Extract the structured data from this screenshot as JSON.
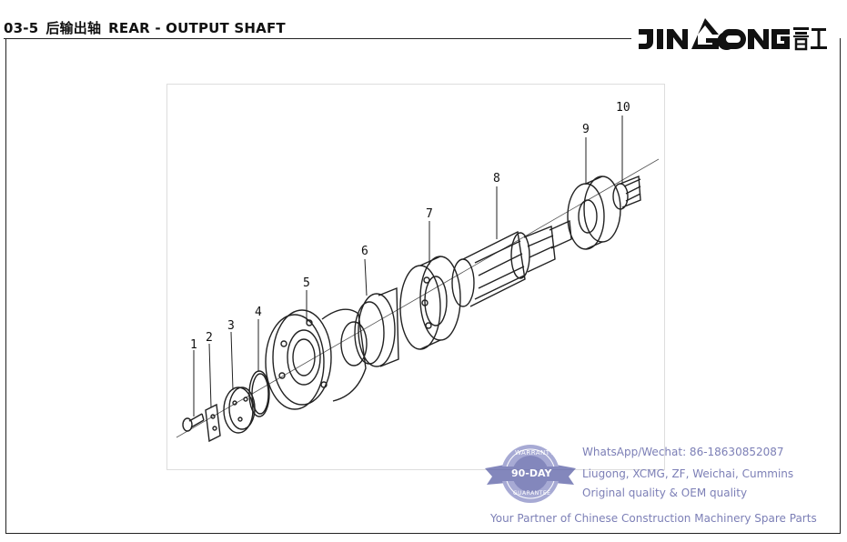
{
  "header": {
    "section_code": "03-5",
    "title_cn": "后输出轴",
    "title_en": "REAR - OUTPUT SHAFT"
  },
  "logo": {
    "text": "JINGONG晋工",
    "color": "#111111"
  },
  "diagram": {
    "part_labels": [
      "1",
      "2",
      "3",
      "4",
      "5",
      "6",
      "7",
      "8",
      "9",
      "10"
    ]
  },
  "watermark": {
    "seal_top": "WARRANTY",
    "seal_center": "90-DAY",
    "seal_bottom": "GUARANTEE",
    "contact_line": "WhatsApp/Wechat: 86-18630852087",
    "brands_line": "Liugong, XCMG, ZF, Weichai, Cummins",
    "quality_line": "Original quality & OEM quality",
    "tagline": "Your Partner of Chinese Construction Machinery Spare Parts",
    "text_color": "#7c7fb6",
    "seal_color": "#5a5fa6"
  }
}
